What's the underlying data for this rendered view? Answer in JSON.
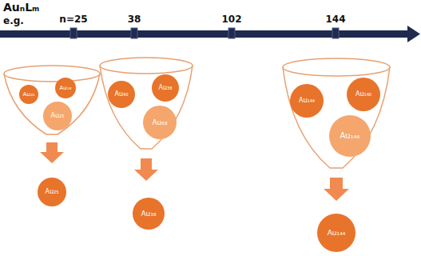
{
  "diagram": {
    "nodes": [
      {
        "text": [
          "Au₂₀"
        ]
      },
      {
        "text": [
          "Au₁₈"
        ]
      },
      {
        "text": [
          "Au₂₅"
        ]
      },
      {
        "text": [
          "Au₂₅"
        ]
      },
      {
        "text": [
          "Au₄₀"
        ]
      },
      {
        "text": [
          "Au₃₈"
        ]
      },
      {
        "text": [
          "Au₆₈"
        ]
      },
      {
        "text": [
          "Au₃₈"
        ]
      },
      {
        "text": [
          "Au₁₄₄"
        ]
      },
      {
        "text": [
          "Au₁₄₀"
        ]
      },
      {
        "text": [
          "Au₁₄₆"
        ]
      },
      {
        "text": [
          "Au₁₄₄"
        ]
      }
    ],
    "labels": [
      "AuₙLₘ",
      "e.g.",
      "n=25",
      "38",
      "102",
      "144"
    ]
  }
}
